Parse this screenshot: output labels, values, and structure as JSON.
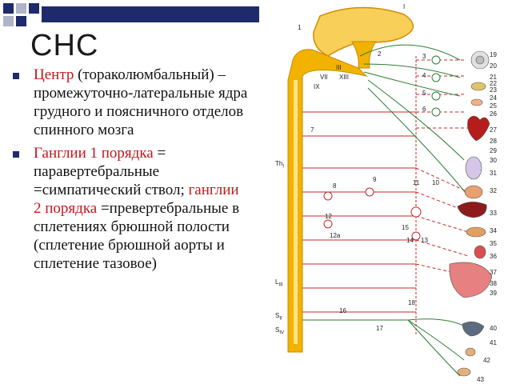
{
  "slide": {
    "title": "СНС",
    "bullets": [
      {
        "highlight": "Центр",
        "text": " (тораколюмбальный) – промежуточно-латеральные ядра грудного и поясничного отделов спинного мозга"
      },
      {
        "highlight": "Ганглии 1 порядка",
        "text": " = паравертебральные =симпатический ствол; ",
        "highlight2": "ганглии 2 порядка",
        "text2": " =превертебральные в сплетениях брюшной полости (сплетение брюшной аорты и сплетение тазовое)"
      }
    ]
  },
  "figure": {
    "top_labels": [
      "I",
      "1",
      "2"
    ],
    "brain_labels": [
      "III",
      "VII",
      "XIII",
      "IX"
    ],
    "left_labels": [
      "7",
      "Th",
      "L",
      "S",
      "S"
    ],
    "left_subscripts": [
      "I",
      "III",
      "II",
      "IV"
    ],
    "middle_labels": [
      "8",
      "9",
      "10",
      "11",
      "12",
      "12a",
      "13",
      "14",
      "15",
      "16",
      "17",
      "18"
    ],
    "ganglion_labels": [
      "3",
      "4",
      "5",
      "6"
    ],
    "organ_labels": [
      "19",
      "20",
      "21",
      "22",
      "23",
      "24",
      "25",
      "26",
      "27",
      "28",
      "29",
      "30",
      "31",
      "32",
      "33",
      "34",
      "35",
      "36",
      "37",
      "38",
      "39",
      "40",
      "41",
      "42",
      "43"
    ],
    "colors": {
      "bullet_mark": "#1f2a6b",
      "highlight": "#c0191c",
      "spinal_cord": "#f2b300",
      "sympathetic_fiber": "#c62828",
      "nerve_fiber": "#2e7d32"
    }
  }
}
